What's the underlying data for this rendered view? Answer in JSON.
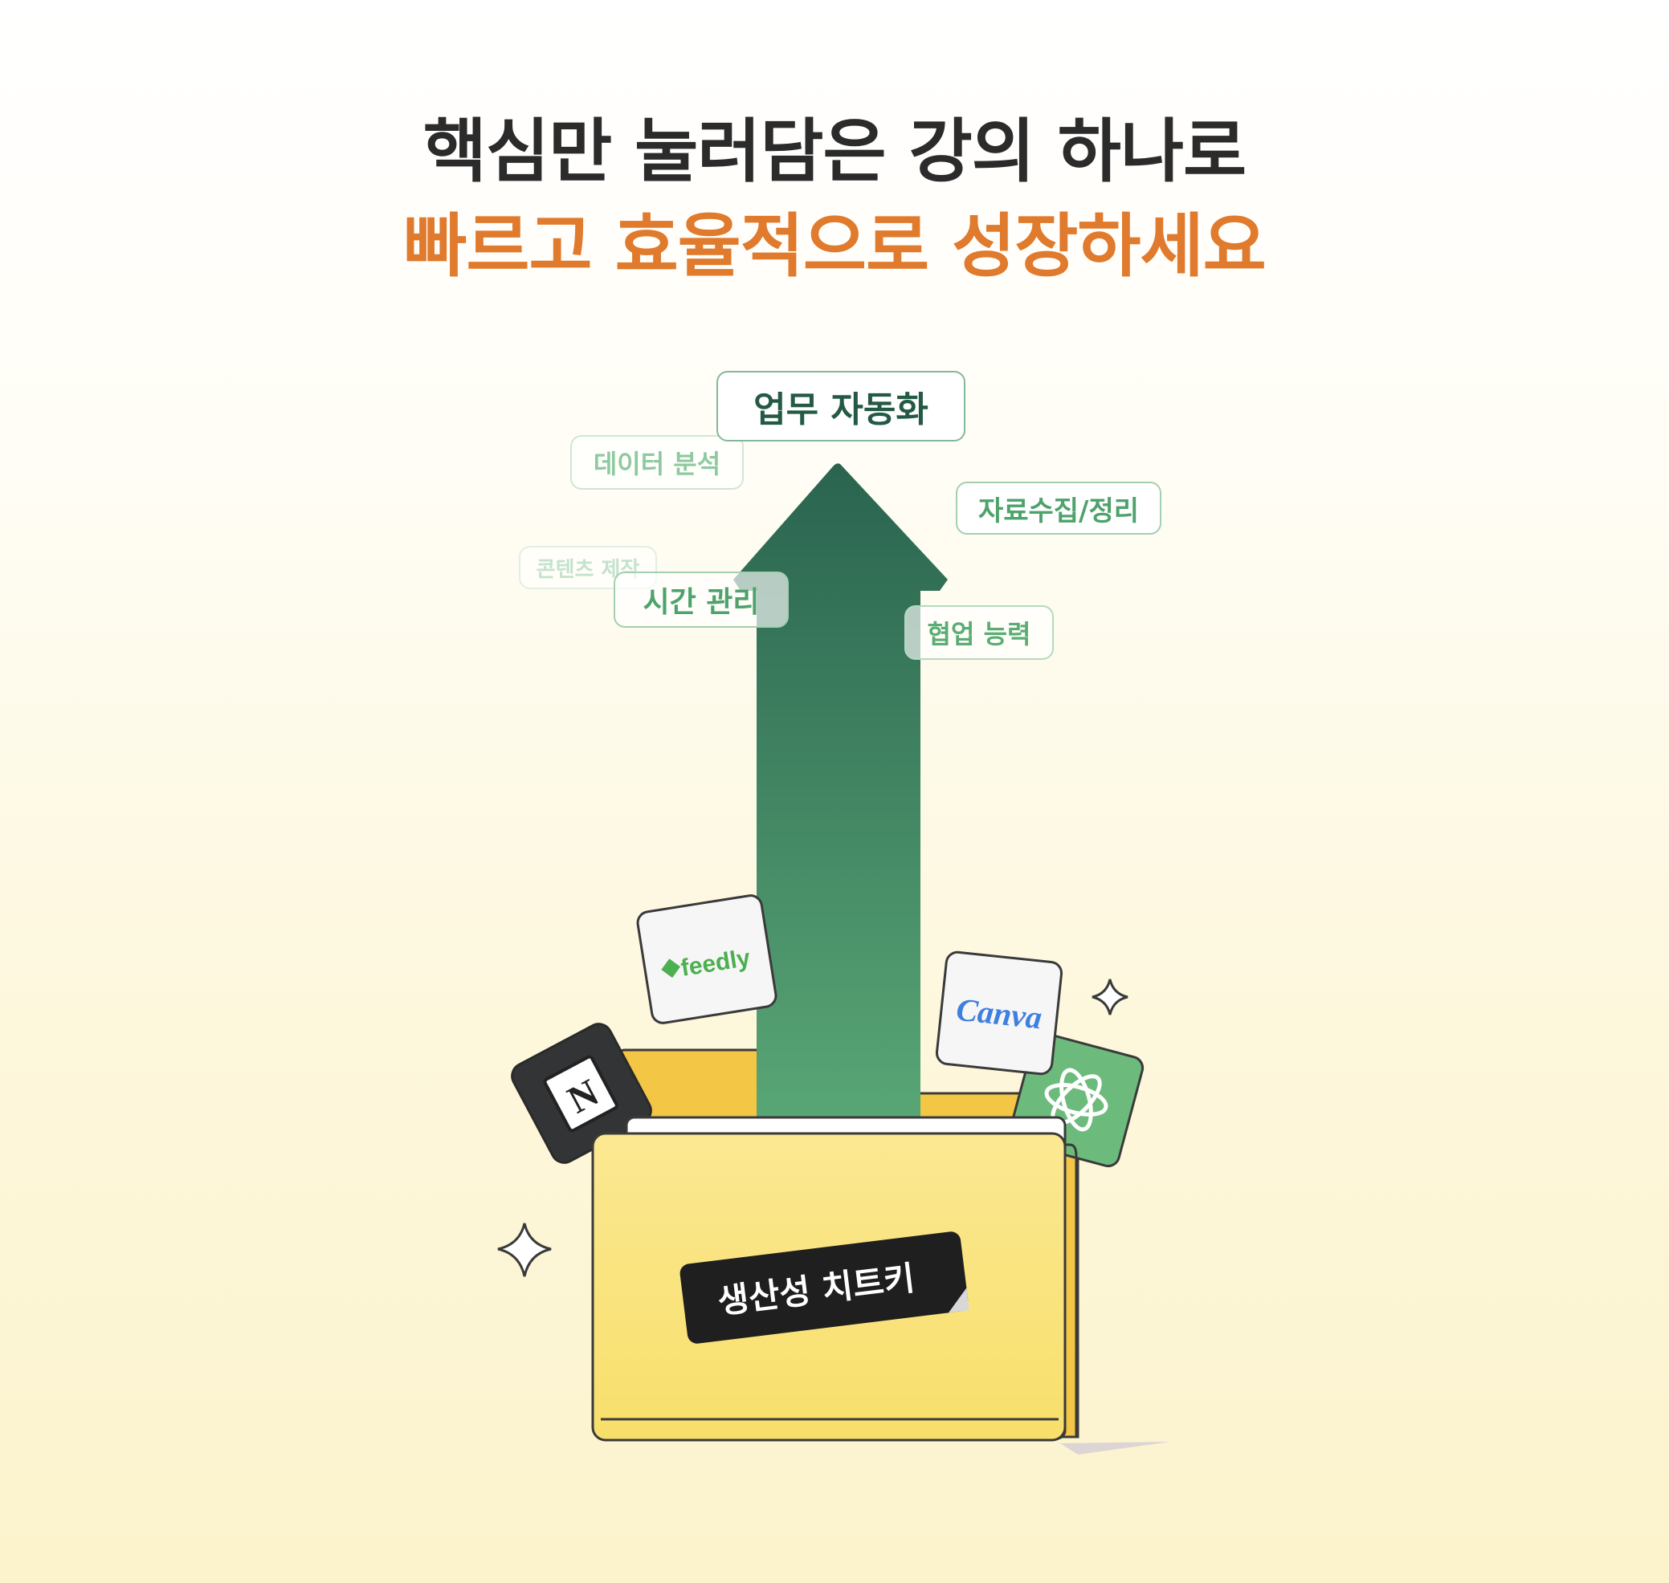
{
  "headline": {
    "line1": "핵심만 눌러담은 강의 하나로",
    "line2": "빠르고 효율적으로 성장하세요"
  },
  "tags": {
    "main": "업무 자동화",
    "data_analysis": "데이터 분석",
    "collect": "자료수집/정리",
    "content": "콘텐츠 제작",
    "time": "시간 관리",
    "collab": "협업 능력"
  },
  "folder_label": "생산성 치트키",
  "apps": {
    "feedly": "feedly",
    "canva": "Canva",
    "notion_icon": "notion-icon",
    "chatgpt_icon": "chatgpt-icon"
  },
  "colors": {
    "headline_dark": "#2b2b2b",
    "headline_accent": "#e07a2c",
    "arrow_top": "#2a6450",
    "arrow_bottom": "#5aa876",
    "folder": "#fbe68a"
  }
}
